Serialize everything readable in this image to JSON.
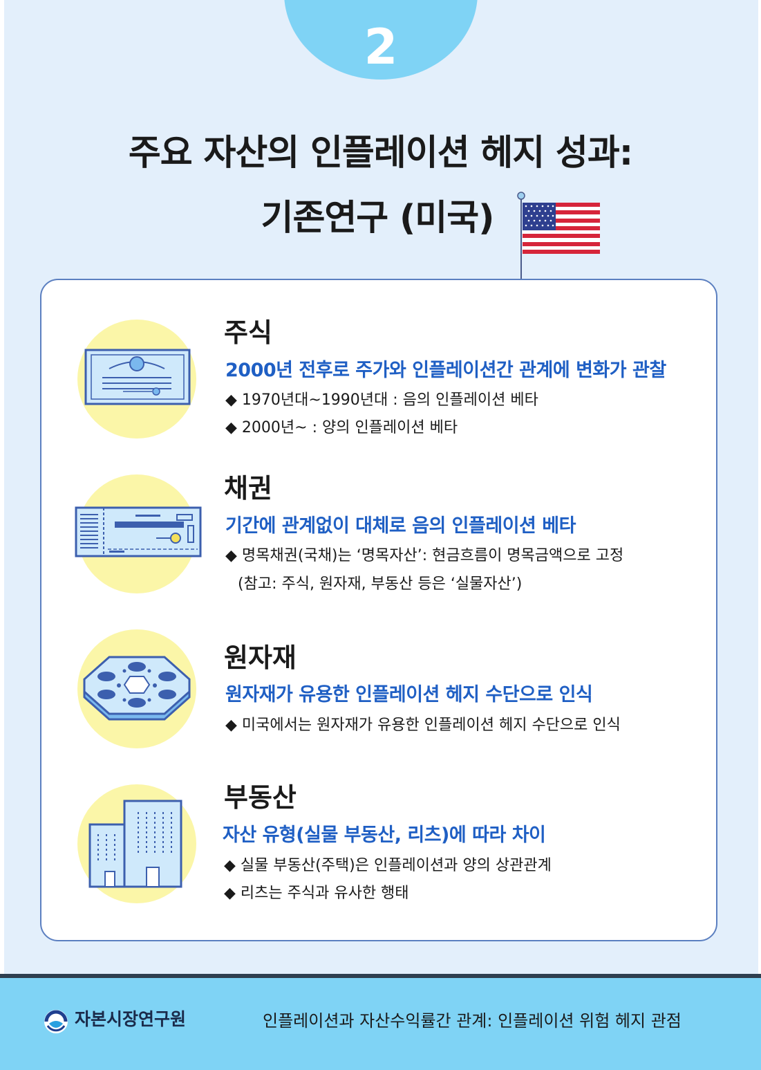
{
  "page_number": "2",
  "title_line1": "주요 자산의 인플레이션 헤지 성과:",
  "title_line2": "기존연구 (미국)",
  "sections": [
    {
      "title": "주식",
      "subtitle": "2000년 전후로 주가와 인플레이션간 관계에 변화가 관찰",
      "bullets": [
        "◆ 1970년대~1990년대 : 음의 인플레이션 베타",
        "◆ 2000년~ : 양의 인플레이션 베타"
      ],
      "icon": "stock-certificate-icon"
    },
    {
      "title": "채권",
      "subtitle": "기간에 관계없이 대체로 음의 인플레이션 베타",
      "bullets": [
        "◆ 명목채권(국채)는 ‘명목자산’: 현금흐름이 명목금액으로 고정",
        "(참고: 주식, 원자재, 부동산 등은 ‘실물자산’)"
      ],
      "icon": "bond-ticket-icon"
    },
    {
      "title": "원자재",
      "subtitle": "원자재가 유용한 인플레이션 헤지 수단으로 인식",
      "bullets": [
        "◆ 미국에서는 원자재가 유용한 인플레이션 헤지 수단으로 인식"
      ],
      "icon": "commodity-plate-icon"
    },
    {
      "title": "부동산",
      "subtitle": "자산 유형(실물 부동산, 리츠)에 따라 차이",
      "bullets": [
        "◆ 실물 부동산(주택)은 인플레이션과 양의 상관관계",
        "◆ 리츠는 주식과 유사한 행태"
      ],
      "icon": "buildings-icon"
    }
  ],
  "footer": {
    "org_name": "자본시장연구원",
    "report_title": "인플레이션과 자산수익률간 관계: 인플레이션 위험 헤지 관점"
  },
  "colors": {
    "background": "#e3effb",
    "accent_blue": "#1f5fc4",
    "sky": "#7fd3f5",
    "yellow": "#fbf6a8"
  }
}
